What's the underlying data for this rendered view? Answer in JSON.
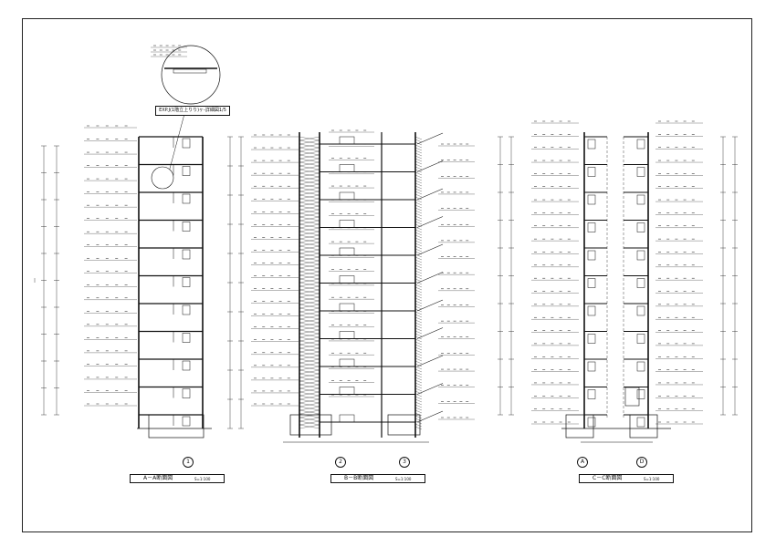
{
  "sheet": {
    "sections": [
      {
        "title": "A－A断面図",
        "scale": "S=1:100"
      },
      {
        "title": "B－B断面図",
        "scale": "S=1:100"
      },
      {
        "title": "C－C断面図",
        "scale": "S=1:100"
      }
    ],
    "detail_title": "EXP.J(1階立上りり)ヶ-詳細図1/5",
    "grid_marks": [
      "1",
      "2",
      "3",
      "A",
      "D"
    ]
  },
  "colors": {
    "line": "#111111",
    "paper": "#ffffff"
  }
}
